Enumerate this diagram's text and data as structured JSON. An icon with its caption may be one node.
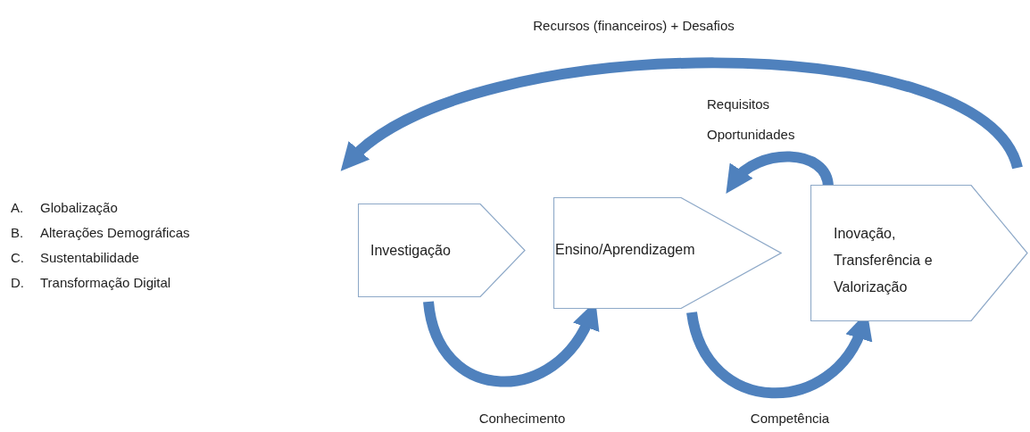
{
  "diagram": {
    "nodes": [
      {
        "text": [
          "Investigação"
        ]
      },
      {
        "text": [
          "Ensino/Aprendizagem"
        ]
      },
      {
        "text": [
          "Inovação, Transferência e Valorização"
        ]
      }
    ],
    "edges": [
      {
        "from": 0,
        "to": 1,
        "arrow": "to",
        "label": "Conhecimento"
      },
      {
        "from": 1,
        "to": 2,
        "arrow": "to",
        "label": "Competência"
      },
      {
        "from": 2,
        "to": 1,
        "arrow": "to",
        "label": "Requisitos Oportunidades"
      },
      {
        "from": 2,
        "to": 0,
        "arrow": "to",
        "label": "Recursos (financeiros) + Desafios"
      }
    ],
    "labels": [
      "A.",
      "Globalização",
      "B.",
      "Alterações Demográficas",
      "C.",
      "Sustentabilidade",
      "D.",
      "Transformação Digital"
    ]
  }
}
